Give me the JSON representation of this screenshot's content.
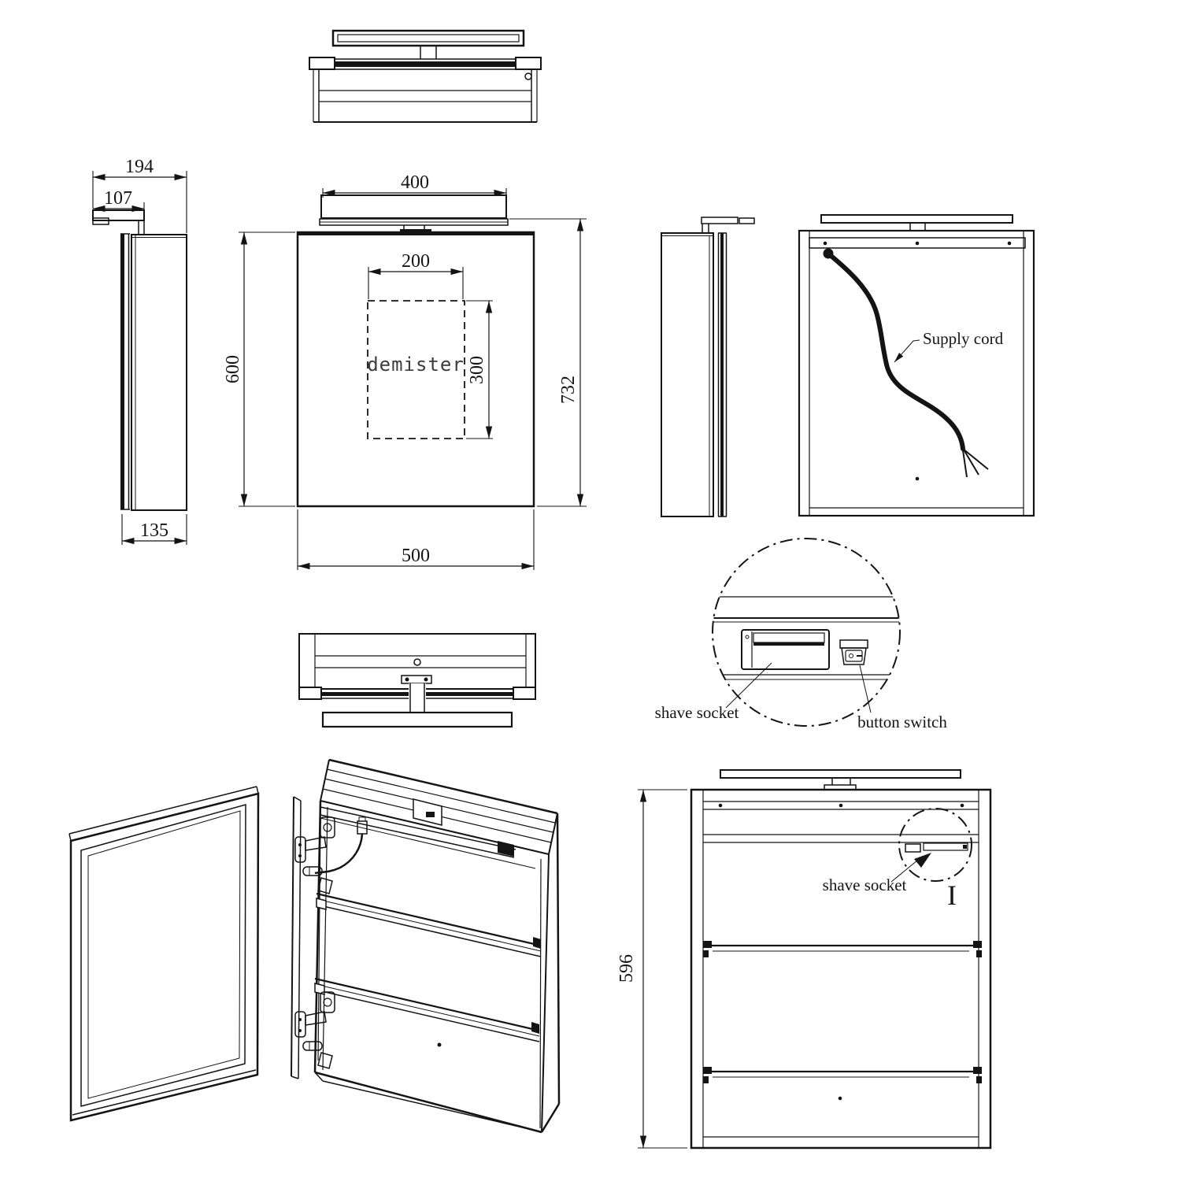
{
  "colors": {
    "line": "#141414",
    "background": "#ffffff",
    "demister_text": "#3c3c3c"
  },
  "front_view": {
    "light_width": "400",
    "demister_width": "200",
    "demister_height": "300",
    "cabinet_height": "600",
    "overall_height": "732",
    "cabinet_width": "500",
    "demister_label": "demister"
  },
  "side_view": {
    "overall_depth": "194",
    "light_projection": "107",
    "cabinet_depth": "135"
  },
  "back_view": {
    "supply_cord_label": "Supply cord"
  },
  "socket_detail": {
    "shave_socket_label": "shave socket",
    "button_switch_label": "button switch"
  },
  "internal_view": {
    "internal_height": "596",
    "shave_socket_label": "shave socket",
    "detail_marker": "I"
  }
}
